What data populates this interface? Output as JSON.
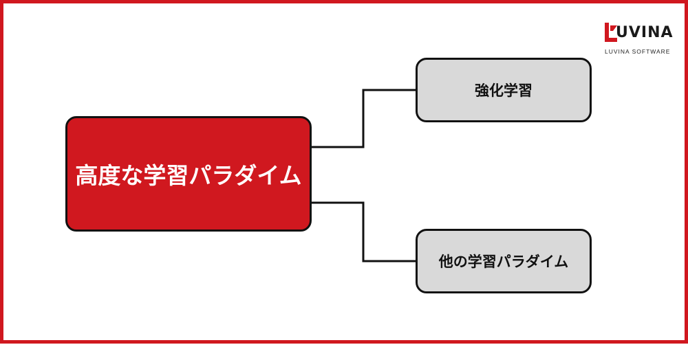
{
  "diagram": {
    "root": {
      "label": "高度な学習パラダイム"
    },
    "children": [
      {
        "label": "強化学習"
      },
      {
        "label": "他の学習パラダイム"
      }
    ]
  },
  "logo": {
    "wordmark_initial": "L",
    "wordmark_rest": "UVINA",
    "tagline": "LUVINA SOFTWARE"
  },
  "colors": {
    "accent_red": "#d0181f",
    "child_fill": "#d9d9d9",
    "outline": "#111111"
  }
}
